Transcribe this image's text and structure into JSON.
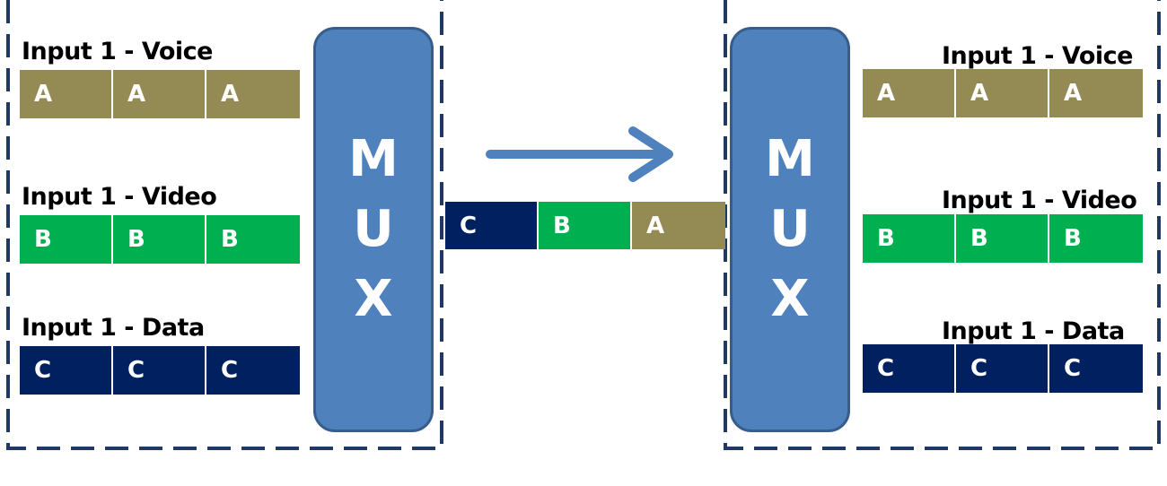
{
  "diagram": {
    "left_panel": {
      "rows": [
        {
          "label": "Input 1 - Voice",
          "cells": [
            "A",
            "A",
            "A"
          ],
          "color": "#948a54"
        },
        {
          "label": "Input 1 - Video",
          "cells": [
            "B",
            "B",
            "B"
          ],
          "color": "#00b050"
        },
        {
          "label": "Input 1 - Data",
          "cells": [
            "C",
            "C",
            "C"
          ],
          "color": "#002060"
        }
      ],
      "mux_letters": [
        "M",
        "U",
        "X"
      ]
    },
    "stream": {
      "cells": [
        "C",
        "B",
        "A"
      ]
    },
    "right_panel": {
      "rows": [
        {
          "label": "Input 1 - Voice",
          "cells": [
            "A",
            "A",
            "A"
          ],
          "color": "#948a54"
        },
        {
          "label": "Input 1 - Video",
          "cells": [
            "B",
            "B",
            "B"
          ],
          "color": "#00b050"
        },
        {
          "label": "Input 1 - Data",
          "cells": [
            "C",
            "C",
            "C"
          ],
          "color": "#002060"
        }
      ],
      "mux_letters": [
        "M",
        "U",
        "X"
      ]
    },
    "colors": {
      "mux_fill": "#4f81bd",
      "mux_border": "#385d8a",
      "dashed_border": "#1f3864",
      "arrow": "#4f81bd"
    }
  }
}
